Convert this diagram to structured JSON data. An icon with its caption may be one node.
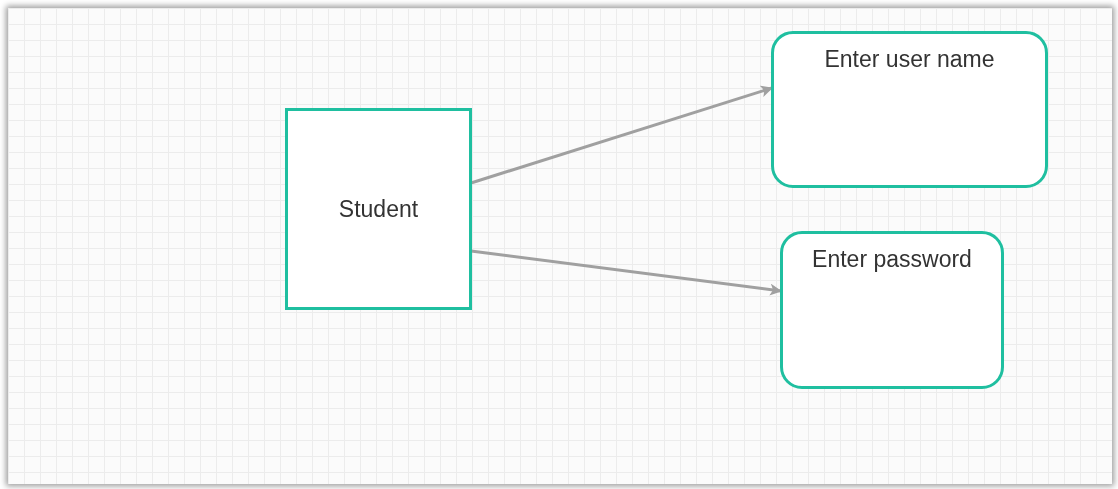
{
  "diagram": {
    "nodes": [
      {
        "text": [
          "Student"
        ]
      },
      {
        "text": [
          "Enter user name"
        ]
      },
      {
        "text": [
          "Enter password"
        ]
      }
    ],
    "edges": [
      {
        "from": 0,
        "to": 1,
        "arrow": "to"
      },
      {
        "from": 0,
        "to": 2,
        "arrow": "to"
      }
    ]
  }
}
